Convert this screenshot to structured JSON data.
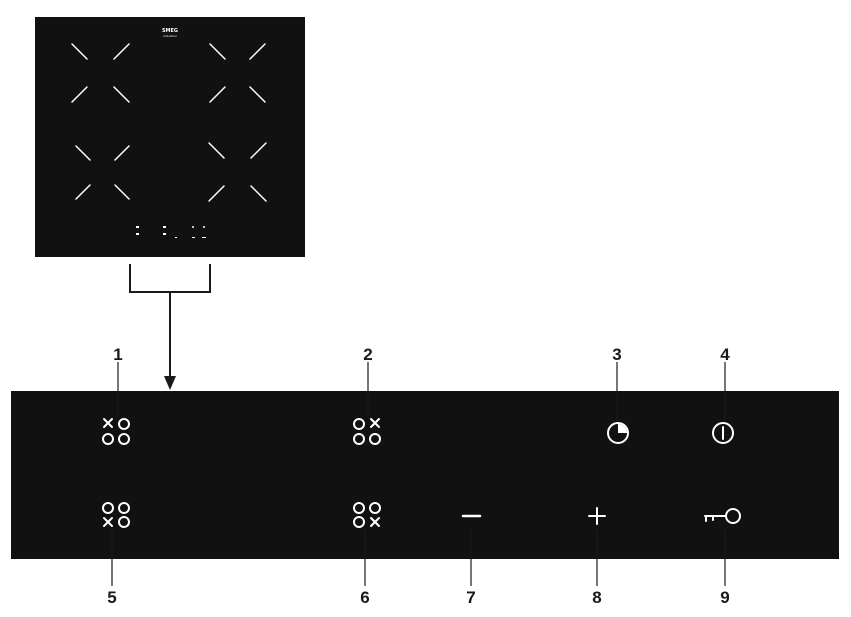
{
  "hob": {
    "brand_text": "SMEG",
    "brand_sub": "induction",
    "surface_color": "#111111",
    "zone_line_color": "#ffffff"
  },
  "panel": {
    "surface_color": "#111111",
    "symbol_color": "#ffffff",
    "controls": [
      {
        "number": "1",
        "icon": "zone-front-left-select-icon"
      },
      {
        "number": "2",
        "icon": "zone-front-right-select-icon"
      },
      {
        "number": "3",
        "icon": "timer-icon"
      },
      {
        "number": "4",
        "icon": "power-on-off-icon"
      },
      {
        "number": "5",
        "icon": "zone-rear-left-select-icon"
      },
      {
        "number": "6",
        "icon": "zone-rear-right-select-icon"
      },
      {
        "number": "7",
        "icon": "minus-icon"
      },
      {
        "number": "8",
        "icon": "plus-icon"
      },
      {
        "number": "9",
        "icon": "key-lock-icon"
      }
    ]
  }
}
